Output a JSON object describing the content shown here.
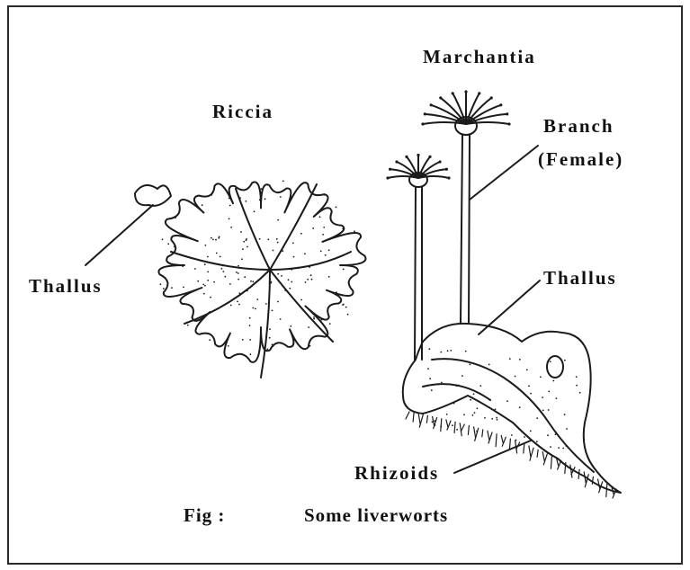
{
  "figure": {
    "caption_prefix": "Fig :",
    "caption_text": "Some liverworts",
    "labels": {
      "riccia": "Riccia",
      "riccia_thallus": "Thallus",
      "marchantia": "Marchantia",
      "branch": "Branch",
      "branch_sub": "(Female)",
      "marchantia_thallus": "Thallus",
      "rhizoids": "Rhizoids"
    }
  },
  "colors": {
    "ink": "#1b1b1b",
    "background": "#ffffff",
    "frame": "#2a2a2a"
  }
}
